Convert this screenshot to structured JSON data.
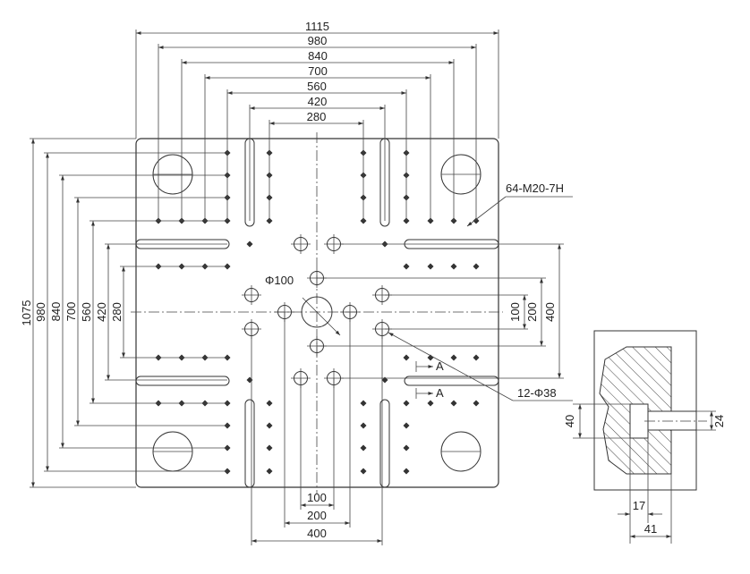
{
  "colors": {
    "line": "#333333",
    "background": "#ffffff"
  },
  "horizontal_dims": [
    "1115",
    "980",
    "840",
    "700",
    "560",
    "420",
    "280"
  ],
  "vertical_dims": [
    "1075",
    "980",
    "840",
    "700",
    "560",
    "420",
    "280"
  ],
  "right_dims": [
    "100",
    "200",
    "400"
  ],
  "bottom_dims": [
    "100",
    "200",
    "400"
  ],
  "callouts": {
    "center_hole": "Φ100",
    "threaded_holes": "64-M20-7H",
    "ejector_holes": "12-Φ38",
    "section_mark": "A"
  },
  "section_view": {
    "depth": "40",
    "thread": "24",
    "inner": "17",
    "outer": "41"
  }
}
